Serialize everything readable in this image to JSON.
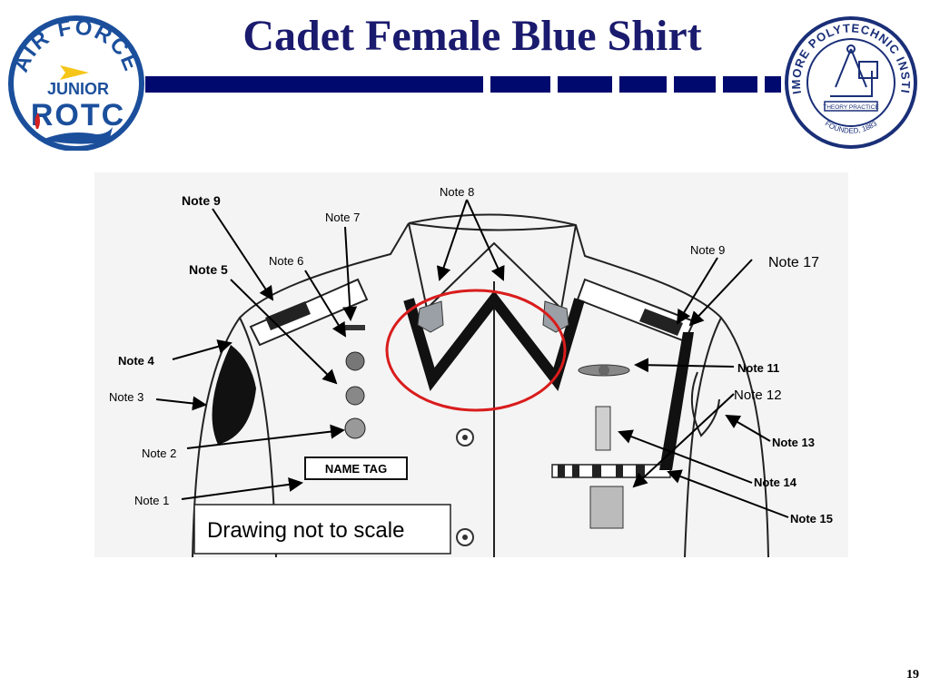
{
  "title": "Cadet Female Blue Shirt",
  "page_number": "19",
  "logo_left": {
    "arc_text": "AIR FORCE",
    "line1": "JUNIOR",
    "line2": "ROTC",
    "colors": {
      "ring": "#1b4f9c",
      "accent": "#f5c518",
      "lamp": "#1b4f9c",
      "flame": "#d32020"
    }
  },
  "logo_right": {
    "arc_text": "BALTIMORE POLYTECHNIC INSTITUTE",
    "motto": "THEORY PRACTICE",
    "founded": "FOUNDED, 1883",
    "colors": {
      "ring": "#1a2f78"
    }
  },
  "colors": {
    "title": "#1a1a6e",
    "rule": "#000a6e",
    "highlight": "#d91c1c"
  },
  "diagram": {
    "notes": {
      "n1": "Note 1",
      "n2": "Note 2",
      "n3": "Note 3",
      "n4": "Note 4",
      "n5": "Note 5",
      "n6": "Note 6",
      "n7": "Note 7",
      "n8": "Note 8",
      "n9_left": "Note 9",
      "n9_right": "Note 9",
      "n11": "Note 11",
      "n12": "Note 12",
      "n13": "Note 13",
      "n14": "Note 14",
      "n15": "Note 15",
      "n17": "Note 17"
    },
    "name_tag": "NAME TAG",
    "disclaimer": "Drawing not to scale"
  }
}
